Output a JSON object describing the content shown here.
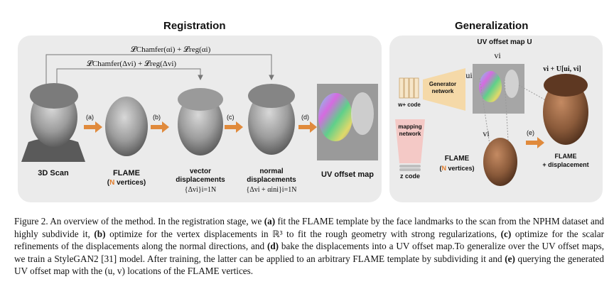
{
  "registration": {
    "title": "Registration",
    "loss_top": "𝓛Chamfer(αi) + 𝓛reg(αi)",
    "loss_mid": "𝓛Chamfer(Δvi) + 𝓛reg(Δvi)",
    "steps": [
      "(a)",
      "(b)",
      "(c)",
      "(d)"
    ],
    "labels": {
      "scan": "3D Scan",
      "flame": "FLAME",
      "flame_sub_n": "N",
      "flame_sub_rest": " vertices)",
      "vec_title": "vector",
      "vec_title2": "displacements",
      "vec_formula": "{Δvi}i=1N",
      "norm_title": "normal",
      "norm_title2": "displacements",
      "norm_formula": "{Δvi + αini}i=1N",
      "uvmap": "UV offset map"
    }
  },
  "generalization": {
    "title": "Generalization",
    "uv_map_label": "UV offset map U",
    "vi_top": "vi",
    "ui": "ui",
    "wplus": "w+ code",
    "generator": "Generator network",
    "mapping": "mapping network",
    "zcode": "z code",
    "vi_mid": "vi",
    "step_e": "(e)",
    "flame": "FLAME",
    "flame_n": "N",
    "flame_rest": " vertices)",
    "formula": "vi + U[ui, vi]",
    "result1": "FLAME",
    "result2": "+ displacement"
  },
  "caption": {
    "p1": "Figure 2. An overview of the method. In the registration stage, we ",
    "a": "(a)",
    "p2": " fit the FLAME template by the face landmarks to the scan from the NPHM dataset and highly subdivide it, ",
    "b": "(b)",
    "p3": " optimize for the vertex displacements in ℝ³ to fit the rough geometry with strong regularizations, ",
    "c": "(c)",
    "p4": " optimize for the scalar refinements of the displacements along the normal directions, and ",
    "d": "(d)",
    "p5": " bake the displacements into a UV offset map.To generalize over the UV offset maps, we train a StyleGAN2 [31] model. After training, the latter can be applied to an arbitrary FLAME template by subdividing it and ",
    "e": "(e)",
    "p6": " querying the generated UV offset map with the (u, v) locations of the FLAME vertices."
  },
  "colors": {
    "panel": "#ebebeb",
    "arrow": "#e08a3c",
    "flame_n": "#e07b2a",
    "generator": "#f5d9a8",
    "mapping": "#f4c9c6",
    "skin": "#8a5a3a"
  }
}
